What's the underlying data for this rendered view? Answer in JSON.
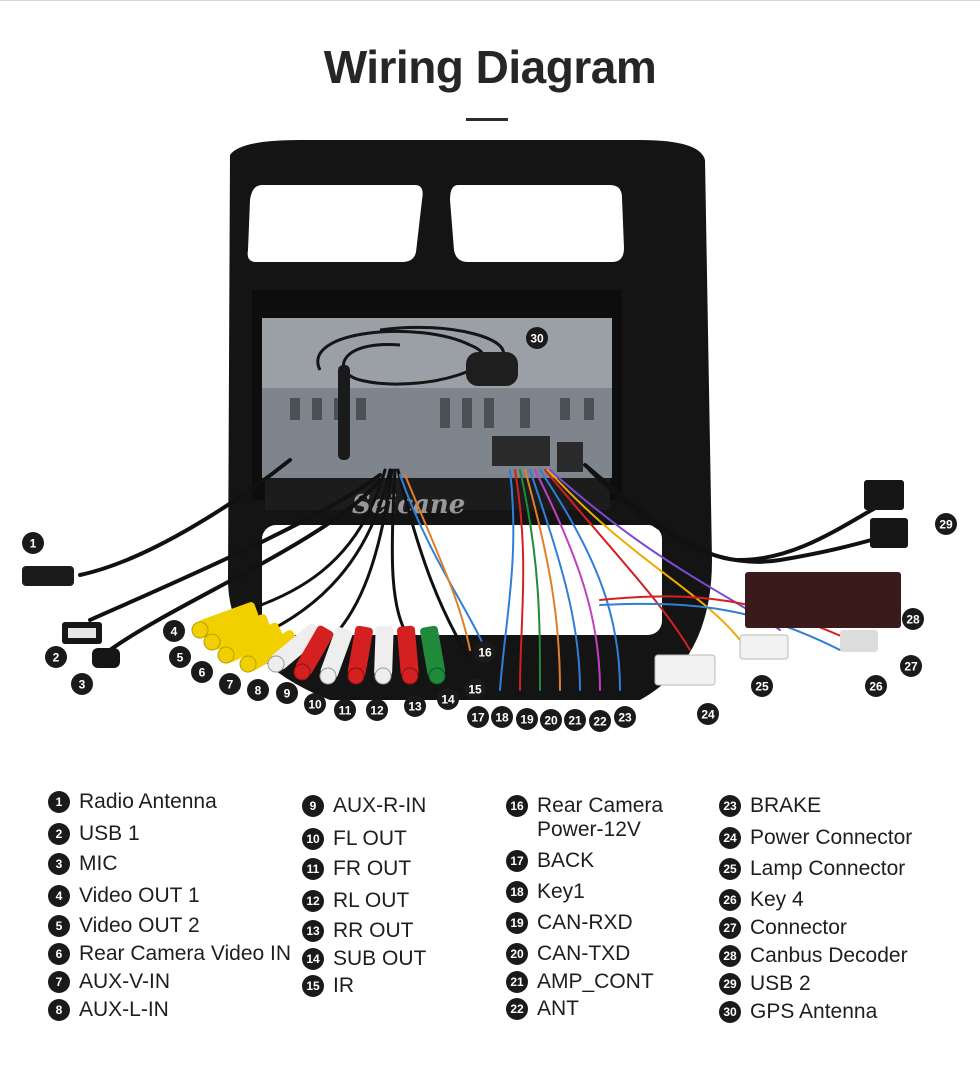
{
  "title": "Wiring Diagram",
  "watermark": "Seicane",
  "legend": [
    {
      "num": "1",
      "label": "Radio Antenna"
    },
    {
      "num": "2",
      "label": "USB 1"
    },
    {
      "num": "3",
      "label": "MIC"
    },
    {
      "num": "4",
      "label": "Video OUT 1"
    },
    {
      "num": "5",
      "label": "Video OUT 2"
    },
    {
      "num": "6",
      "label": "Rear Camera Video IN"
    },
    {
      "num": "7",
      "label": "AUX-V-IN"
    },
    {
      "num": "8",
      "label": "AUX-L-IN"
    },
    {
      "num": "9",
      "label": "AUX-R-IN"
    },
    {
      "num": "10",
      "label": "FL OUT"
    },
    {
      "num": "11",
      "label": "FR OUT"
    },
    {
      "num": "12",
      "label": "RL OUT"
    },
    {
      "num": "13",
      "label": "RR OUT"
    },
    {
      "num": "14",
      "label": "SUB OUT"
    },
    {
      "num": "15",
      "label": "IR"
    },
    {
      "num": "16",
      "label": "Rear Camera Power-12V"
    },
    {
      "num": "17",
      "label": "BACK"
    },
    {
      "num": "18",
      "label": "Key1"
    },
    {
      "num": "19",
      "label": "CAN-RXD"
    },
    {
      "num": "20",
      "label": "CAN-TXD"
    },
    {
      "num": "21",
      "label": "AMP_CONT"
    },
    {
      "num": "22",
      "label": "ANT"
    },
    {
      "num": "23",
      "label": "BRAKE"
    },
    {
      "num": "24",
      "label": "Power Connector"
    },
    {
      "num": "25",
      "label": "Lamp Connector"
    },
    {
      "num": "26",
      "label": "Key 4"
    },
    {
      "num": "27",
      "label": "Connector"
    },
    {
      "num": "28",
      "label": "Canbus Decoder"
    },
    {
      "num": "29",
      "label": "USB 2"
    },
    {
      "num": "30",
      "label": "GPS Antenna"
    }
  ],
  "colors": {
    "frame": "#121212",
    "chassis": "#8e949a",
    "rca_yellow": "#f2d000",
    "rca_red": "#d42020",
    "rca_white": "#eeeeee",
    "rca_green": "#1f8a3a",
    "wire_blue": "#2f7fd8",
    "badge": "#1a1a1a"
  }
}
